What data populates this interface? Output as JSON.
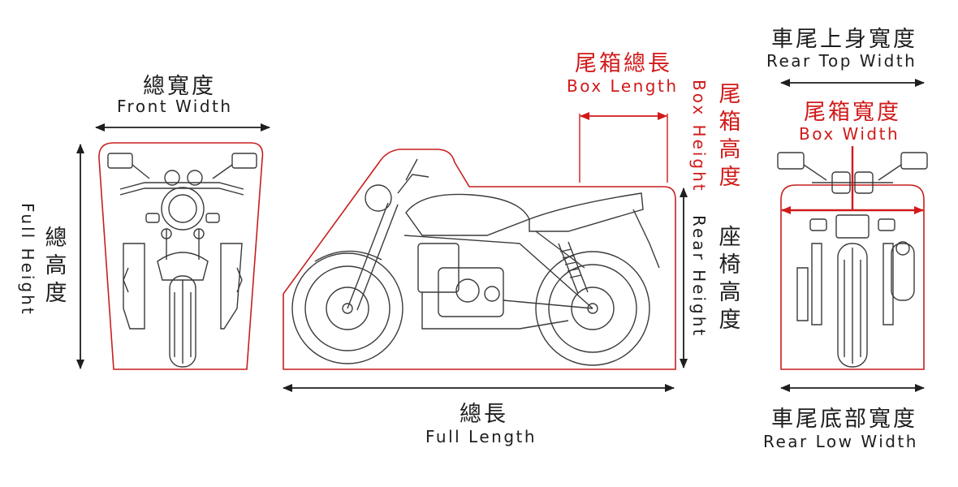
{
  "colors": {
    "outline": "#c81e1e",
    "accent": "#d11a1a",
    "ink": "#1e1e1e",
    "sketch": "#3a3a3a"
  },
  "labels": {
    "front_width": {
      "zh": "總寬度",
      "en": "Front Width"
    },
    "full_height": {
      "zh": "總高度",
      "en": "Full Height"
    },
    "full_length": {
      "zh": "總長",
      "en": "Full Length"
    },
    "box_length": {
      "zh": "尾箱總長",
      "en": "Box Length"
    },
    "box_height": {
      "zh": "尾箱高度",
      "en": "Box Height"
    },
    "rear_height": {
      "zh": "座椅高度",
      "en": "Rear Height"
    },
    "rear_top_width": {
      "zh": "車尾上身寬度",
      "en": "Rear Top Width"
    },
    "box_width": {
      "zh": "尾箱寬度",
      "en": "Box Width"
    },
    "rear_low_width": {
      "zh": "車尾底部寬度",
      "en": "Rear Low Width"
    }
  }
}
